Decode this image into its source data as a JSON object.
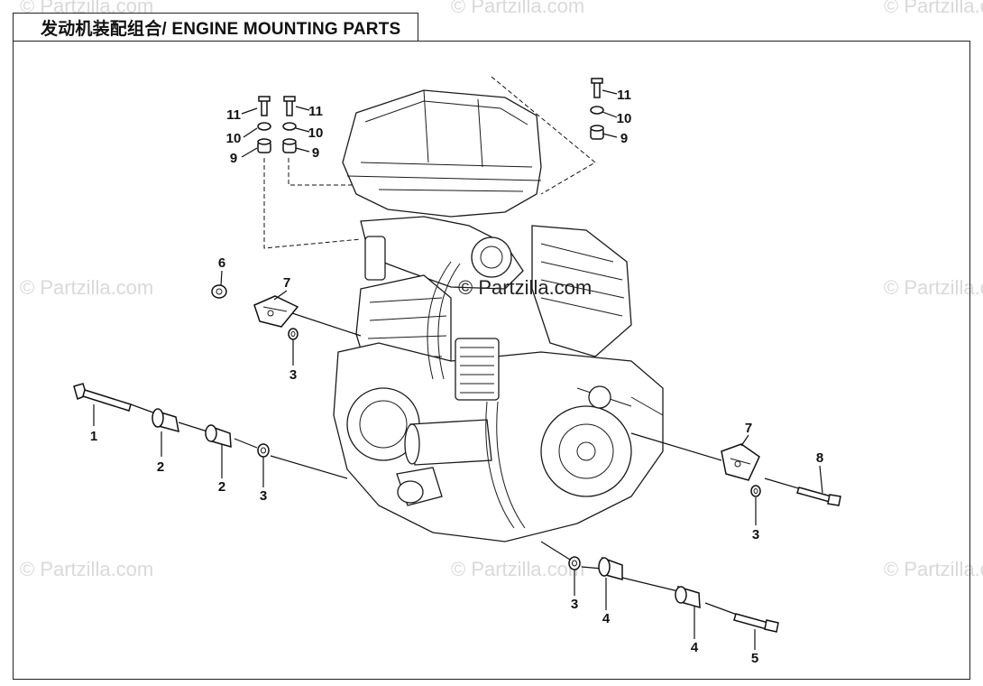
{
  "title": "发动机装配组合/ ENGINE MOUNTING PARTS",
  "watermark": "© Partzilla.com",
  "callouts": {
    "c1": "1",
    "c2a": "2",
    "c2b": "2",
    "c3a": "3",
    "c3b": "3",
    "c3c": "3",
    "c3d": "3",
    "c4a": "4",
    "c4b": "4",
    "c5": "5",
    "c6": "6",
    "c7a": "7",
    "c7b": "7",
    "c8": "8",
    "c9a": "9",
    "c9b": "9",
    "c9c": "9",
    "c10a": "10",
    "c10b": "10",
    "c10c": "10",
    "c11a": "11",
    "c11b": "11",
    "c11c": "11"
  }
}
